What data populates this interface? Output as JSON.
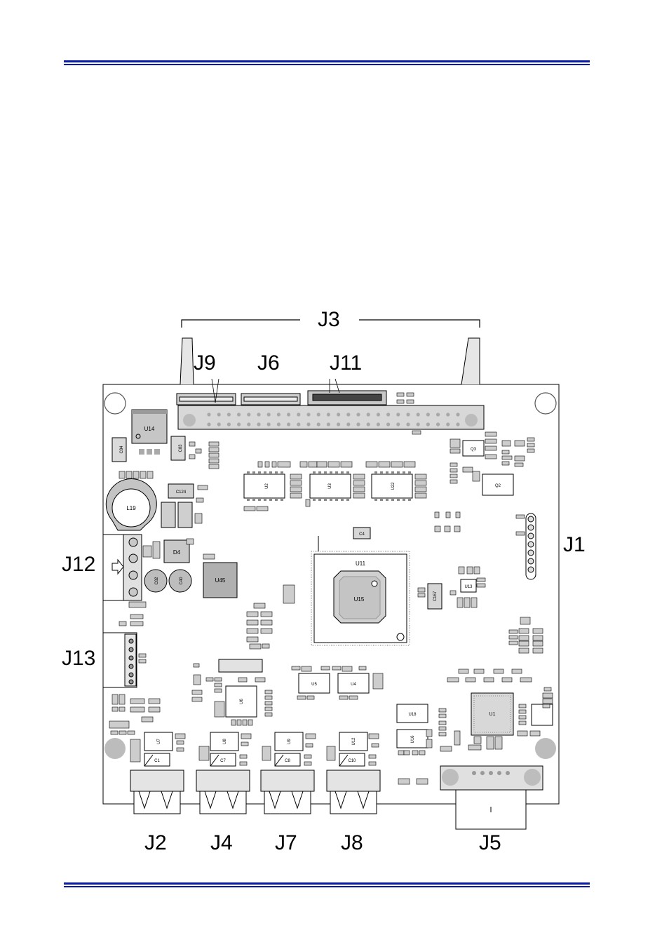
{
  "connectors": {
    "j1": "J1",
    "j2": "J2",
    "j3": "J3",
    "j4": "J4",
    "j5": "J5",
    "j6": "J6",
    "j7": "J7",
    "j8": "J8",
    "j9": "J9",
    "j11": "J11",
    "j12": "J12",
    "j13": "J13"
  },
  "chips": {
    "u14": "U14",
    "u2": "U2",
    "u3": "U3",
    "u22": "U22",
    "q2": "Q2",
    "q3": "Q3",
    "u11": "U11",
    "u15": "U15",
    "u13": "U13",
    "u45": "U45",
    "d4": "D4",
    "l19": "L19",
    "u5": "U5",
    "u4": "U4",
    "u6": "U6",
    "u1": "U1",
    "u18": "U18",
    "u16": "U16",
    "u7": "U7",
    "u8": "U8",
    "u9": "U9",
    "u12": "U12",
    "c84": "C84",
    "c83": "C83",
    "c124": "C124",
    "c4": "C4",
    "c167": "C167",
    "c1": "C1",
    "c7": "C7",
    "c8": "C8",
    "c10": "C10",
    "c40": "C40",
    "c82": "C82"
  },
  "colors": {
    "rule": "#0a1aa8",
    "component": "#c8c8c8",
    "pad": "#b4b4b4"
  }
}
